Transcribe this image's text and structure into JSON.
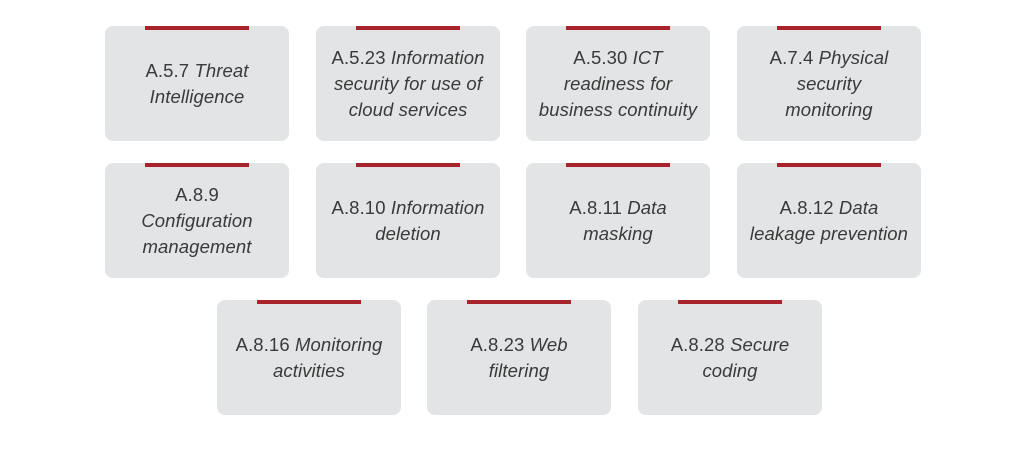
{
  "colors": {
    "card_background": "#e3e4e5",
    "accent_bar": "#a8232c",
    "text": "#3a3a3a"
  },
  "controls": [
    {
      "code": "A.5.7",
      "name": "Threat Intelligence"
    },
    {
      "code": "A.5.23",
      "name": "Information security for use of cloud services"
    },
    {
      "code": "A.5.30",
      "name": "ICT readiness for business continuity"
    },
    {
      "code": "A.7.4",
      "name": "Physical security monitoring"
    },
    {
      "code": "A.8.9",
      "name": "Configuration management"
    },
    {
      "code": "A.8.10",
      "name": "Information deletion"
    },
    {
      "code": "A.8.11",
      "name": "Data masking"
    },
    {
      "code": "A.8.12",
      "name": "Data leakage prevention"
    },
    {
      "code": "A.8.16",
      "name": "Monitoring activities"
    },
    {
      "code": "A.8.23",
      "name": "Web filtering"
    },
    {
      "code": "A.8.28",
      "name": "Secure coding"
    }
  ]
}
